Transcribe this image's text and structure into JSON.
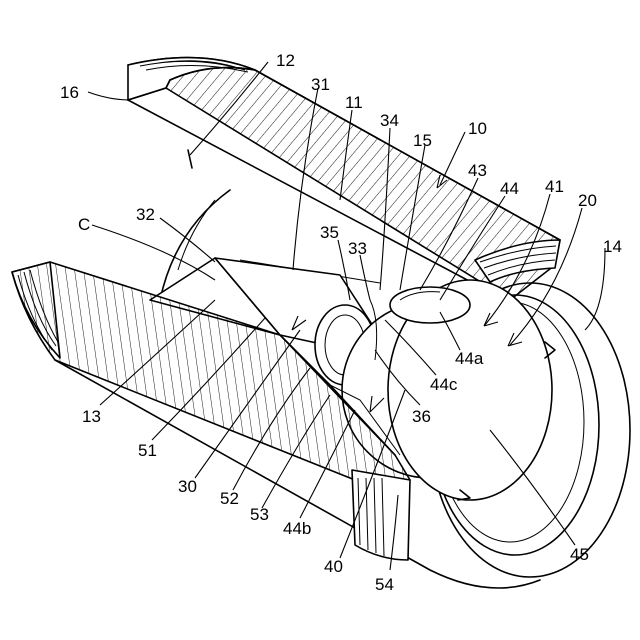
{
  "figure": {
    "labels": {
      "l16": "16",
      "l12": "12",
      "l31": "31",
      "l11": "11",
      "l34": "34",
      "l10": "10",
      "l15": "15",
      "l43": "43",
      "l44": "44",
      "l41": "41",
      "l20": "20",
      "lC": "C",
      "l32": "32",
      "l35": "35",
      "l33": "33",
      "l14": "14",
      "l44a": "44a",
      "l44c": "44c",
      "l36": "36",
      "l13": "13",
      "l51": "51",
      "l30": "30",
      "l52": "52",
      "l53": "53",
      "l44b": "44b",
      "l40": "40",
      "l45": "45",
      "l54": "54"
    }
  }
}
